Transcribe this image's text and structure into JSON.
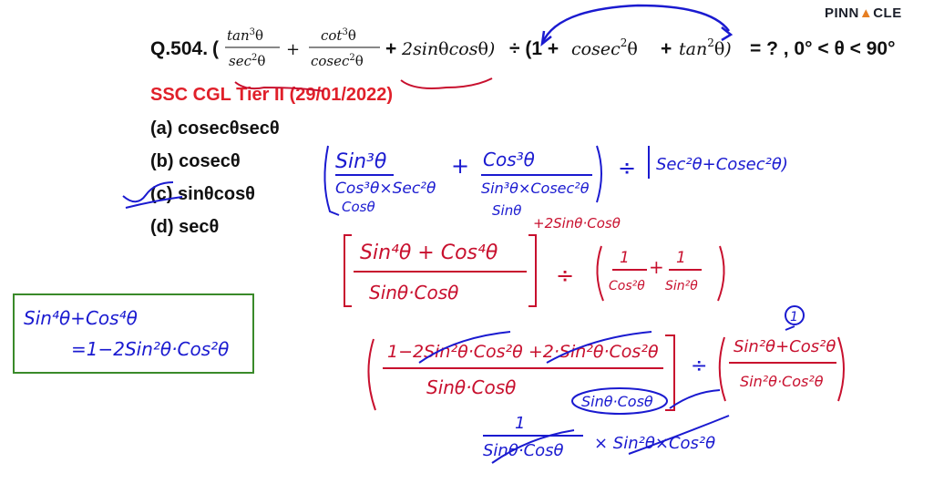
{
  "brand": {
    "prefix": "PINN",
    "mark": "▲",
    "suffix": "CLE"
  },
  "question": {
    "number": "Q.504.",
    "condition": "= ? , 0° < θ < 90°"
  },
  "exam": "SSC CGL Tier II (29/01/2022)",
  "options": [
    {
      "label": "(a)",
      "text": "cosecθsecθ"
    },
    {
      "label": "(b)",
      "text": "cosecθ"
    },
    {
      "label": "(c)",
      "text": "sinθcosθ"
    },
    {
      "label": "(d)",
      "text": "secθ"
    }
  ],
  "identity": {
    "line1": "Sin⁴θ+Cos⁴θ",
    "line2": "=1−2Sin²θ·Cos²θ"
  },
  "colors": {
    "blue_ink": "#1a1ad0",
    "red_ink": "#c8102e",
    "box_border": "#3a8a2a",
    "exam": "#e0202a"
  }
}
